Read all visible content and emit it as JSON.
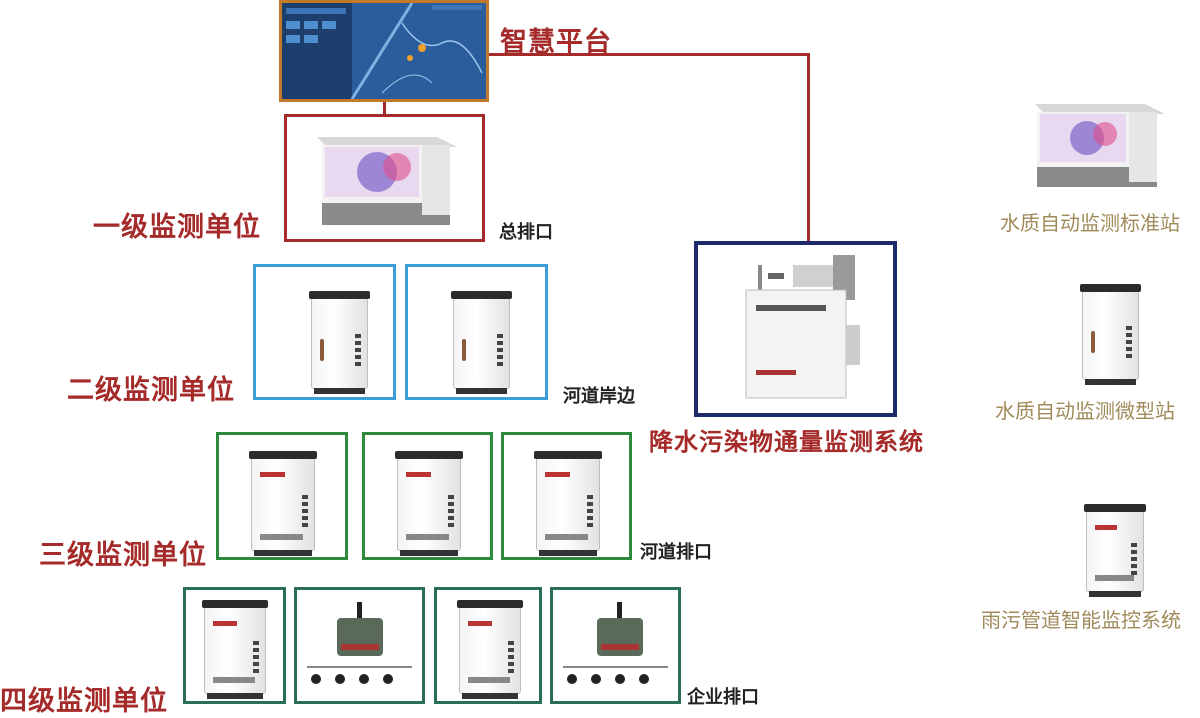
{
  "platform": {
    "title": "智慧平台"
  },
  "levels": {
    "level1": "一级监测单位",
    "level2": "二级监测单位",
    "level3": "三级监测单位",
    "level4": "四级监测单位"
  },
  "sites": {
    "main_outlet": "总排口",
    "river_bank": "河道岸边",
    "river_outlet": "河道排口",
    "enterprise_outlet": "企业排口"
  },
  "system": {
    "title": "降水污染物通量监测系统"
  },
  "legend": {
    "standard_station": "水质自动监测标准站",
    "micro_station": "水质自动监测微型站",
    "sewer_system": "雨污管道智能监控系统"
  },
  "colors": {
    "level_text": "#a52a2a",
    "legend_text": "#a08a5a",
    "level1_border": "#a52a2a",
    "level2_border": "#3aa0d8",
    "level3_border": "#2e8b3e",
    "level4_border": "#2b6e57",
    "system_border": "#1f2a6b"
  }
}
